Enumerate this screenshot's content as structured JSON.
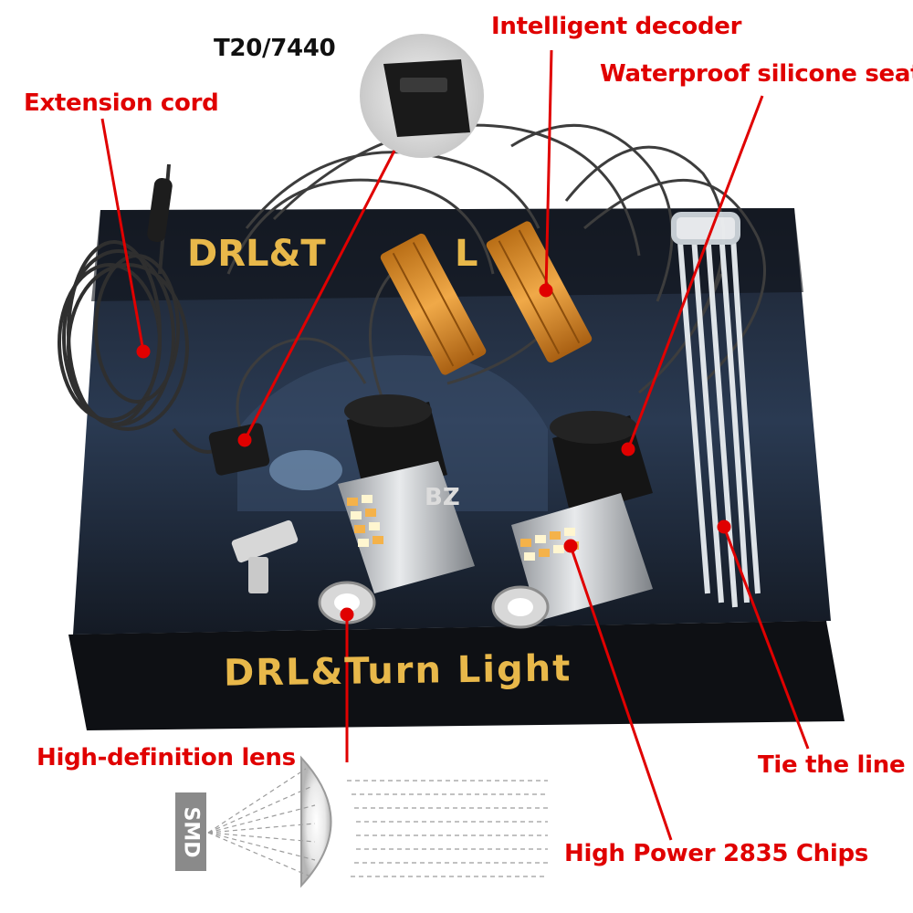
{
  "callouts": {
    "t20": "T20/7440",
    "decoder": "Intelligent decoder",
    "extension": "Extension cord",
    "waterproof": "Waterproof silicone seat",
    "lens": "High-definition lens",
    "tie": "Tie the line",
    "chips": "High Power 2835 Chips"
  },
  "box": {
    "front_label": "DRL&Turn Light",
    "top_label_partial": "DRL&T",
    "top_label_partial2": "L",
    "model_partial": "BZ"
  },
  "smd_label": "SMD",
  "colors": {
    "callout": "#e00000",
    "box": "#111418",
    "box_text": "#e8b84a",
    "decoder": "#d9902a"
  }
}
